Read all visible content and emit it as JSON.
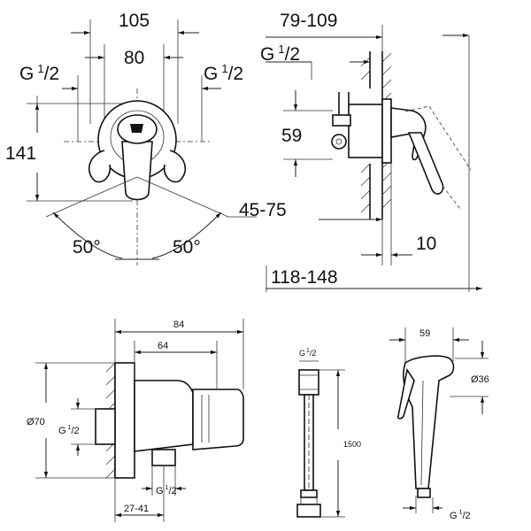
{
  "top_left": {
    "width_outer": "105",
    "width_inner": "80",
    "thread_left": "G",
    "thread_left_sup": "1",
    "thread_left_sub": "/2",
    "thread_right": "G",
    "thread_right_sup": "1",
    "thread_right_sub": "/2",
    "height": "141",
    "angle_left": "50°",
    "angle_right": "50°"
  },
  "top_right": {
    "depth_range": "79-109",
    "thread": "G",
    "thread_sup": "1",
    "thread_sub": "/2",
    "height": "59",
    "range_mid": "45-75",
    "offset": "10",
    "depth_total": "118-148"
  },
  "bottom_left": {
    "width_total": "84",
    "width_body": "64",
    "diameter": "Ø70",
    "thread_side": "G",
    "thread_side_sup": "1",
    "thread_side_sub": "/2",
    "thread_bottom": "G",
    "thread_bottom_sup": "1",
    "thread_bottom_sub": "/2",
    "range_bottom": "27-41"
  },
  "bottom_mid": {
    "thread_top": "G",
    "thread_top_sup": "1",
    "thread_top_sub": "/2",
    "length": "1500"
  },
  "bottom_right": {
    "width": "59",
    "diameter": "Ø36",
    "thread": "G",
    "thread_sup": "1",
    "thread_sub": "/2"
  }
}
